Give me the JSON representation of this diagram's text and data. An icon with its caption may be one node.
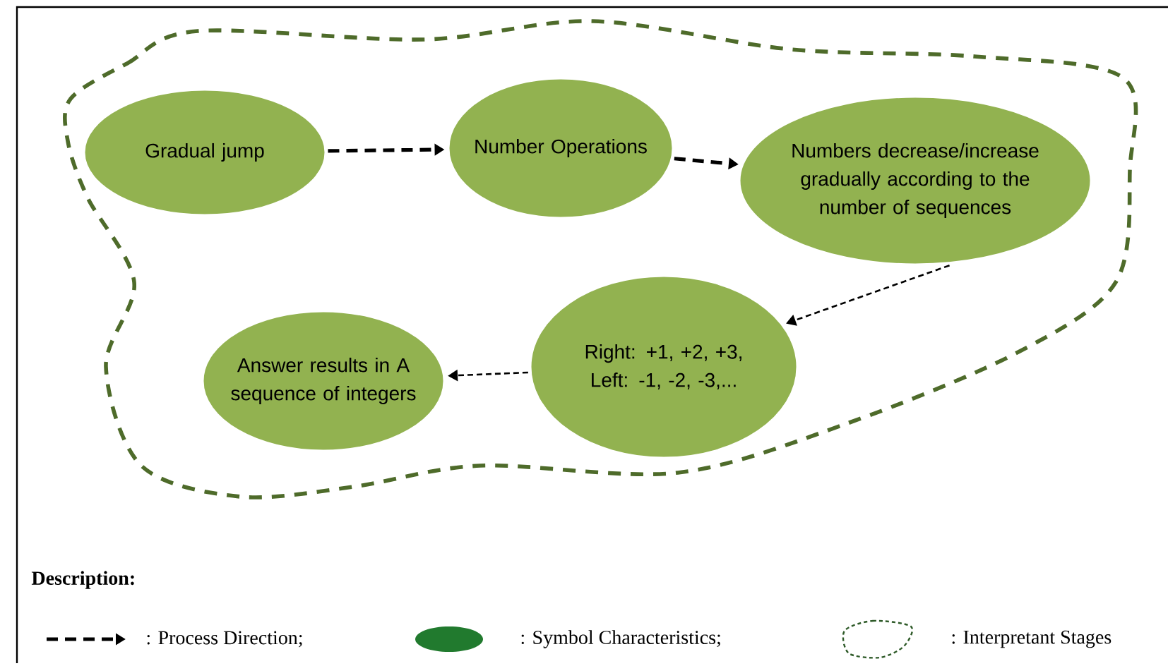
{
  "diagram": {
    "nodes": [
      {
        "text": [
          "Gradual jump"
        ]
      },
      {
        "text": [
          "Number Operations"
        ]
      },
      {
        "text": [
          "Numbers decrease/increase gradually according to the number of sequences"
        ]
      },
      {
        "text": [
          "Right: +1, +2, +3, Left: -1, -2, -3,..."
        ]
      },
      {
        "text": [
          "Answer results in A sequence of integers"
        ]
      }
    ],
    "edges": [
      {
        "from": 0,
        "to": 1,
        "arrow": "to",
        "style": "dashed"
      },
      {
        "from": 1,
        "to": 2,
        "arrow": "to",
        "style": "dashed"
      },
      {
        "from": 2,
        "to": 3,
        "arrow": "to",
        "style": "dashed"
      },
      {
        "from": 3,
        "to": 4,
        "arrow": "to",
        "style": "dashed"
      }
    ],
    "labels": [
      "Description:"
    ],
    "legend": [
      {
        "text": ": Process Direction;"
      },
      {
        "text": ": Symbol Characteristics;",
        "color": "#217a2e"
      },
      {
        "text": ": Interpretant Stages"
      }
    ]
  }
}
